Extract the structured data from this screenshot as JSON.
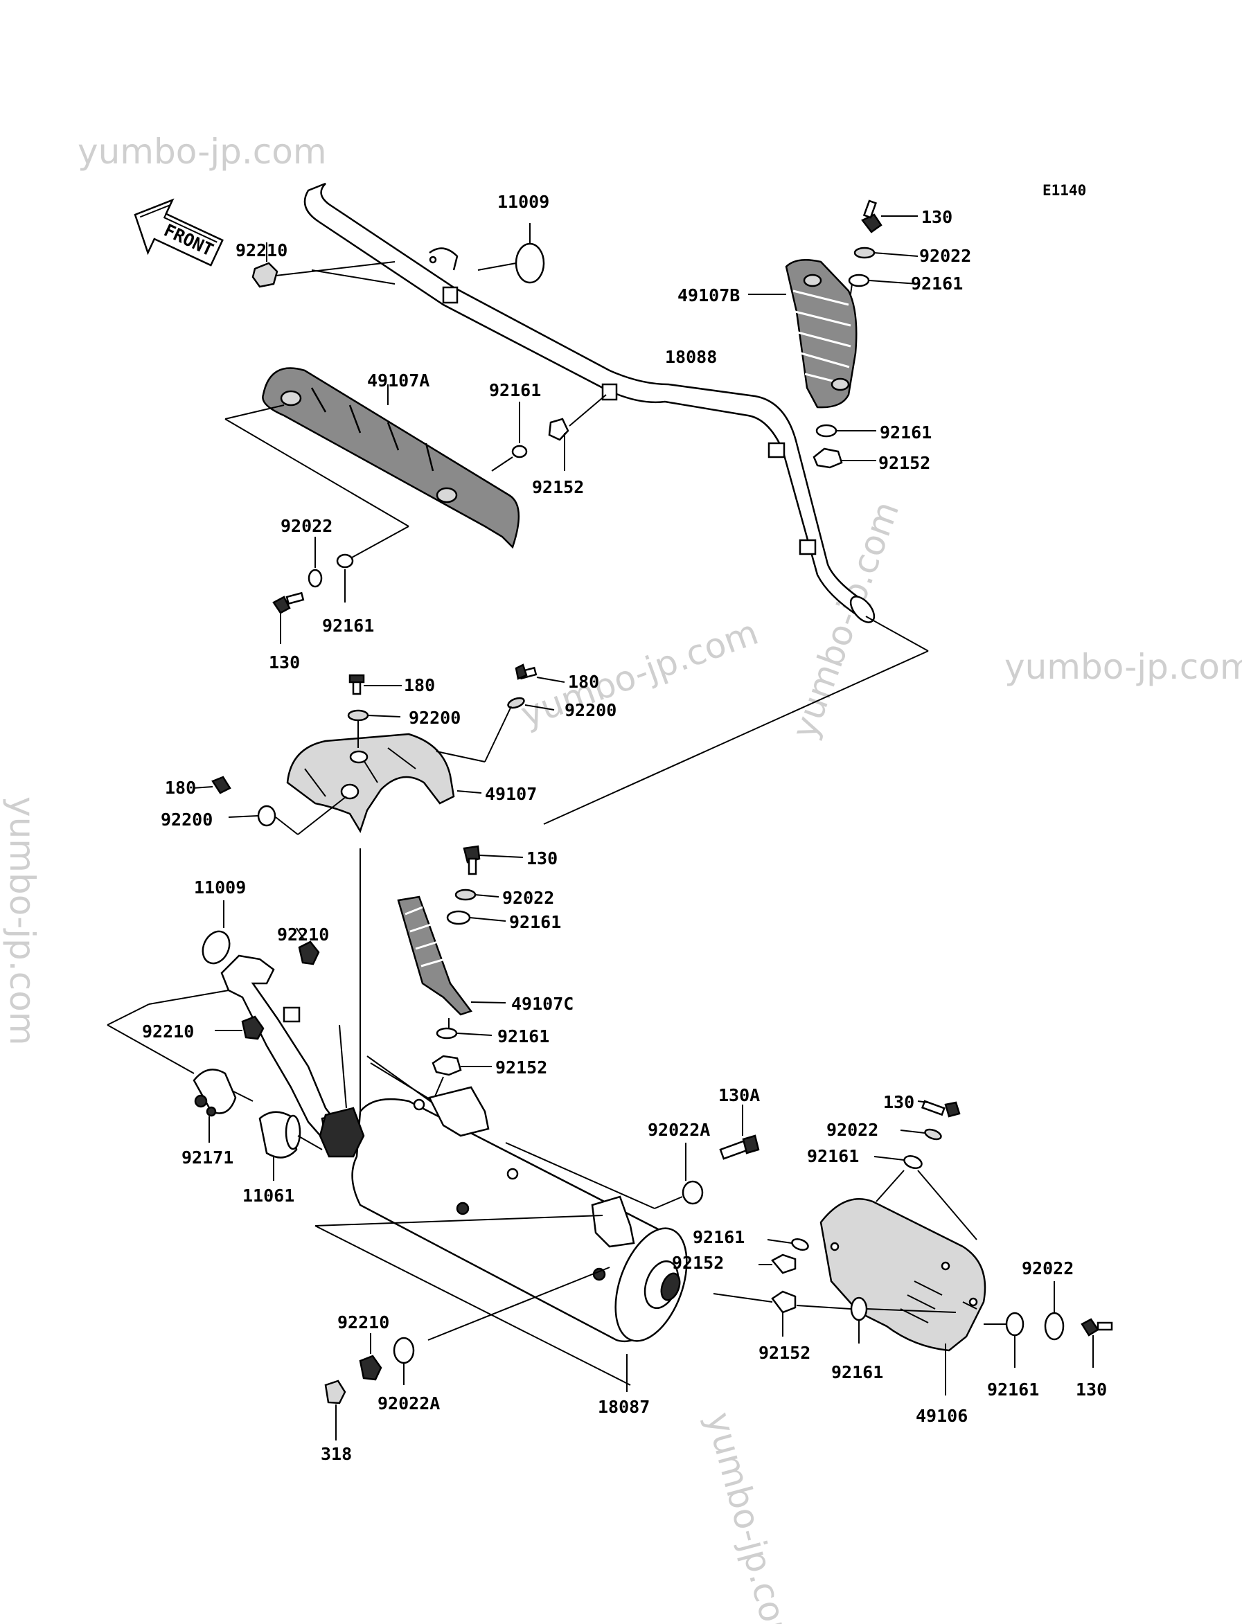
{
  "diagram_code": "E1140",
  "front_label": "FRONT",
  "watermark": "yumbo-jp.com",
  "labels": {
    "p11009_top": "11009",
    "p92210_top": "92210",
    "p49107a": "49107A",
    "p92161_a": "92161",
    "p92152_a": "92152",
    "p92022_a": "92022",
    "p92161_b": "92161",
    "p130_a": "130",
    "p18088": "18088",
    "p130_b": "130",
    "p92022_b": "92022",
    "p92161_c": "92161",
    "p49107b": "49107B",
    "p92161_d": "92161",
    "p92152_b": "92152",
    "p180_a": "180",
    "p92200_a": "92200",
    "p180_b": "180",
    "p92200_b": "92200",
    "p180_c": "180",
    "p92200_c": "92200",
    "p49107": "49107",
    "p130_c": "130",
    "p92022_c": "92022",
    "p92161_e": "92161",
    "p49107c": "49107C",
    "p92161_f": "92161",
    "p92152_c": "92152",
    "p11009_b": "11009",
    "p92210_b": "92210",
    "p92210_c": "92210",
    "p92171": "92171",
    "p11061": "11061",
    "p130a": "130A",
    "p92022a_a": "92022A",
    "p130_d": "130",
    "p92022_d": "92022",
    "p92161_g": "92161",
    "p92161_h": "92161",
    "p92152_d": "92152",
    "p92022_e": "92022",
    "p92152_e": "92152",
    "p92161_i": "92161",
    "p92161_j": "92161",
    "p130_e": "130",
    "p49106": "49106",
    "p92210_d": "92210",
    "p92022a_b": "92022A",
    "p318": "318",
    "p18087": "18087"
  }
}
